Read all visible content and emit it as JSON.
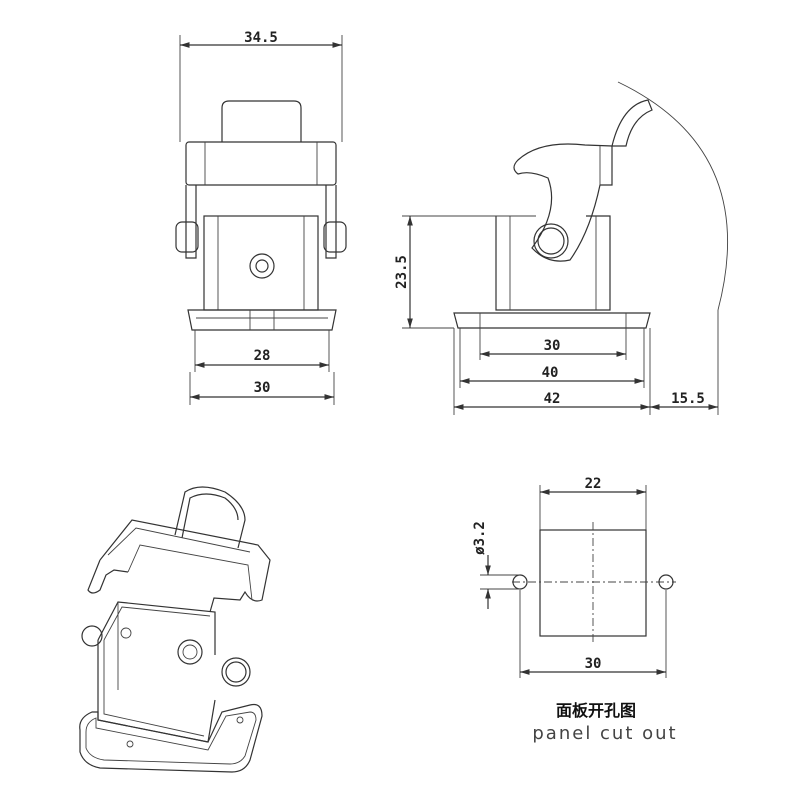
{
  "front_view": {
    "top_width": "34.5",
    "inner_base_width": "28",
    "base_width": "30"
  },
  "side_view": {
    "height": "23.5",
    "dim_30": "30",
    "dim_40": "40",
    "dim_42": "42",
    "lever_clearance": "15.5"
  },
  "panel_cutout": {
    "width": "22",
    "hole_diameter": "ø3.2",
    "hole_spacing": "30",
    "title_cn": "面板开孔图",
    "title_en": "panel cut out"
  }
}
